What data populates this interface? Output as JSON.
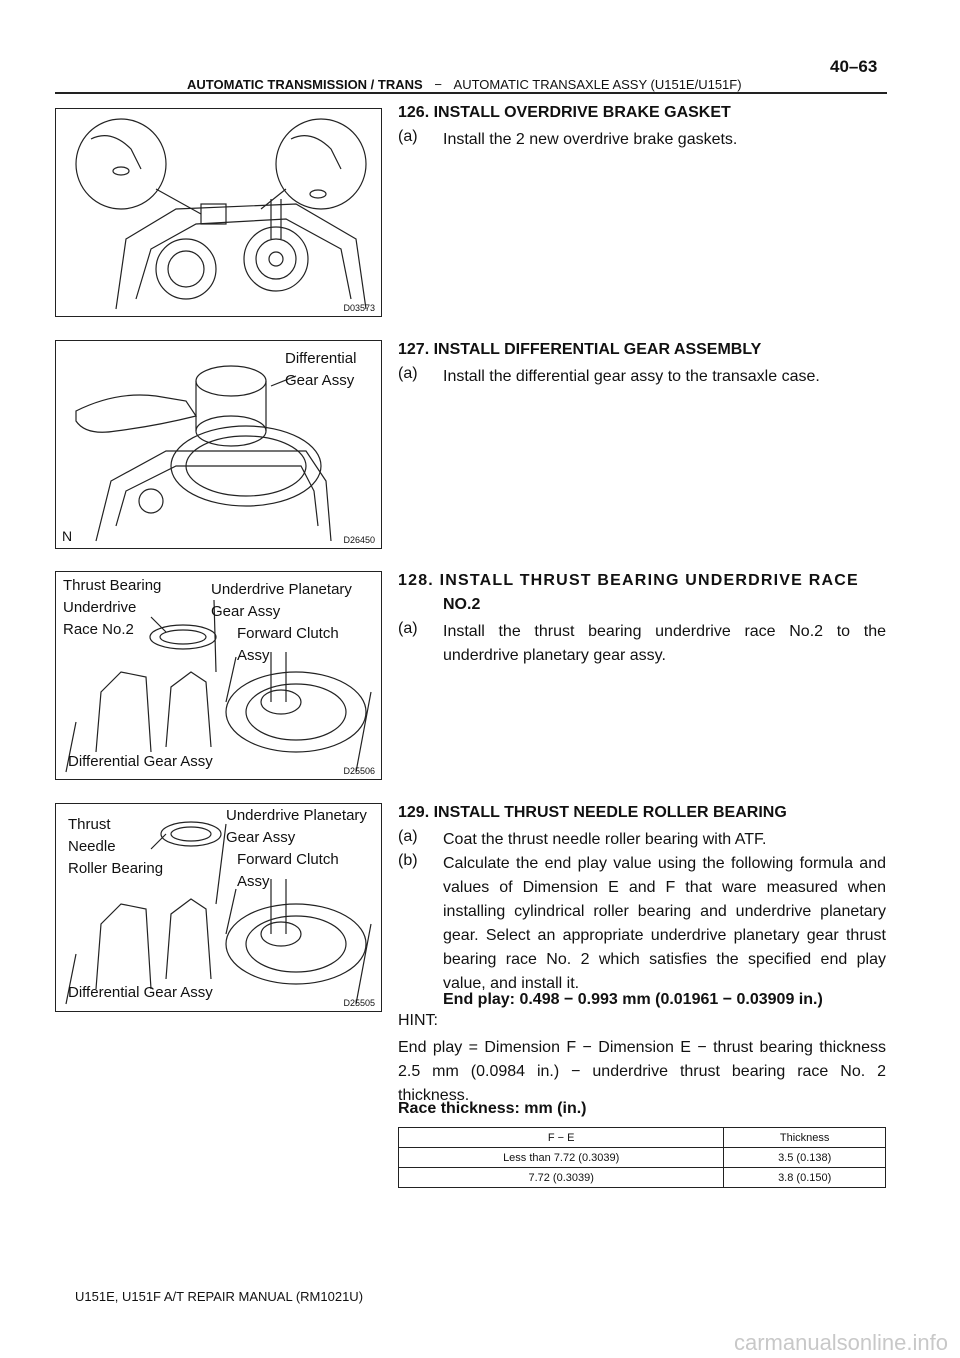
{
  "header": {
    "section": "AUTOMATIC TRANSMISSION / TRANS",
    "dash": "−",
    "subsection": "AUTOMATIC TRANSAXLE ASSY (U151E/U151F)",
    "page_number": "40–63"
  },
  "figures": [
    {
      "code": "D03573",
      "labels": []
    },
    {
      "code": "D26450",
      "corner": "N",
      "labels": [
        "Differential\nGear Assy"
      ]
    },
    {
      "code": "D25506",
      "labels": [
        "Thrust Bearing\nUnderdrive\nRace No.2",
        "Underdrive Planetary\nGear Assy",
        "Forward Clutch\nAssy",
        "Differential Gear Assy"
      ]
    },
    {
      "code": "D25505",
      "labels": [
        "Thrust\nNeedle\nRoller Bearing",
        "Underdrive Planetary\nGear Assy",
        "Forward Clutch\nAssy",
        "Differential Gear Assy"
      ]
    }
  ],
  "steps": [
    {
      "heading": "126.  INSTALL OVERDRIVE BRAKE GASKET",
      "items": [
        {
          "label": "(a)",
          "text": "Install the 2 new overdrive brake gaskets."
        }
      ]
    },
    {
      "heading": "127.  INSTALL DIFFERENTIAL GEAR ASSEMBLY",
      "items": [
        {
          "label": "(a)",
          "text": "Install the differential gear assy to the transaxle case."
        }
      ]
    },
    {
      "heading": "128.  INSTALL THRUST BEARING UNDERDRIVE RACE",
      "heading_cont": "NO.2",
      "items": [
        {
          "label": "(a)",
          "text": "Install the thrust bearing underdrive race No.2 to the underdrive planetary gear assy."
        }
      ]
    },
    {
      "heading": "129.  INSTALL THRUST NEEDLE ROLLER BEARING",
      "items": [
        {
          "label": "(a)",
          "text": "Coat the thrust needle roller bearing with ATF."
        },
        {
          "label": "(b)",
          "text": "Calculate the end play value using the following formula and values of Dimension E and F that ware measured when installing cylindrical roller bearing and underdrive planetary gear. Select an appropriate underdrive planetary gear thrust bearing race No. 2 which satisfies the specified end play value, and install it."
        }
      ],
      "spec": "End play: 0.498 − 0.993 mm (0.01961 − 0.03909 in.)",
      "hint_label": "HINT:",
      "hint_text": "End play = Dimension F − Dimension E − thrust bearing thickness 2.5 mm (0.0984 in.) − underdrive thrust bearing race No. 2 thickness.",
      "table_title": "Race thickness: mm (in.)"
    }
  ],
  "race_table": {
    "headers": [
      "F − E",
      "Thickness"
    ],
    "rows": [
      [
        "Less than 7.72 (0.3039)",
        "3.5 (0.138)"
      ],
      [
        "7.72 (0.3039)",
        "3.8 (0.150)"
      ]
    ]
  },
  "footer": "U151E, U151F A/T REPAIR MANUAL   (RM1021U)",
  "watermark": "carmanualsonline.info"
}
